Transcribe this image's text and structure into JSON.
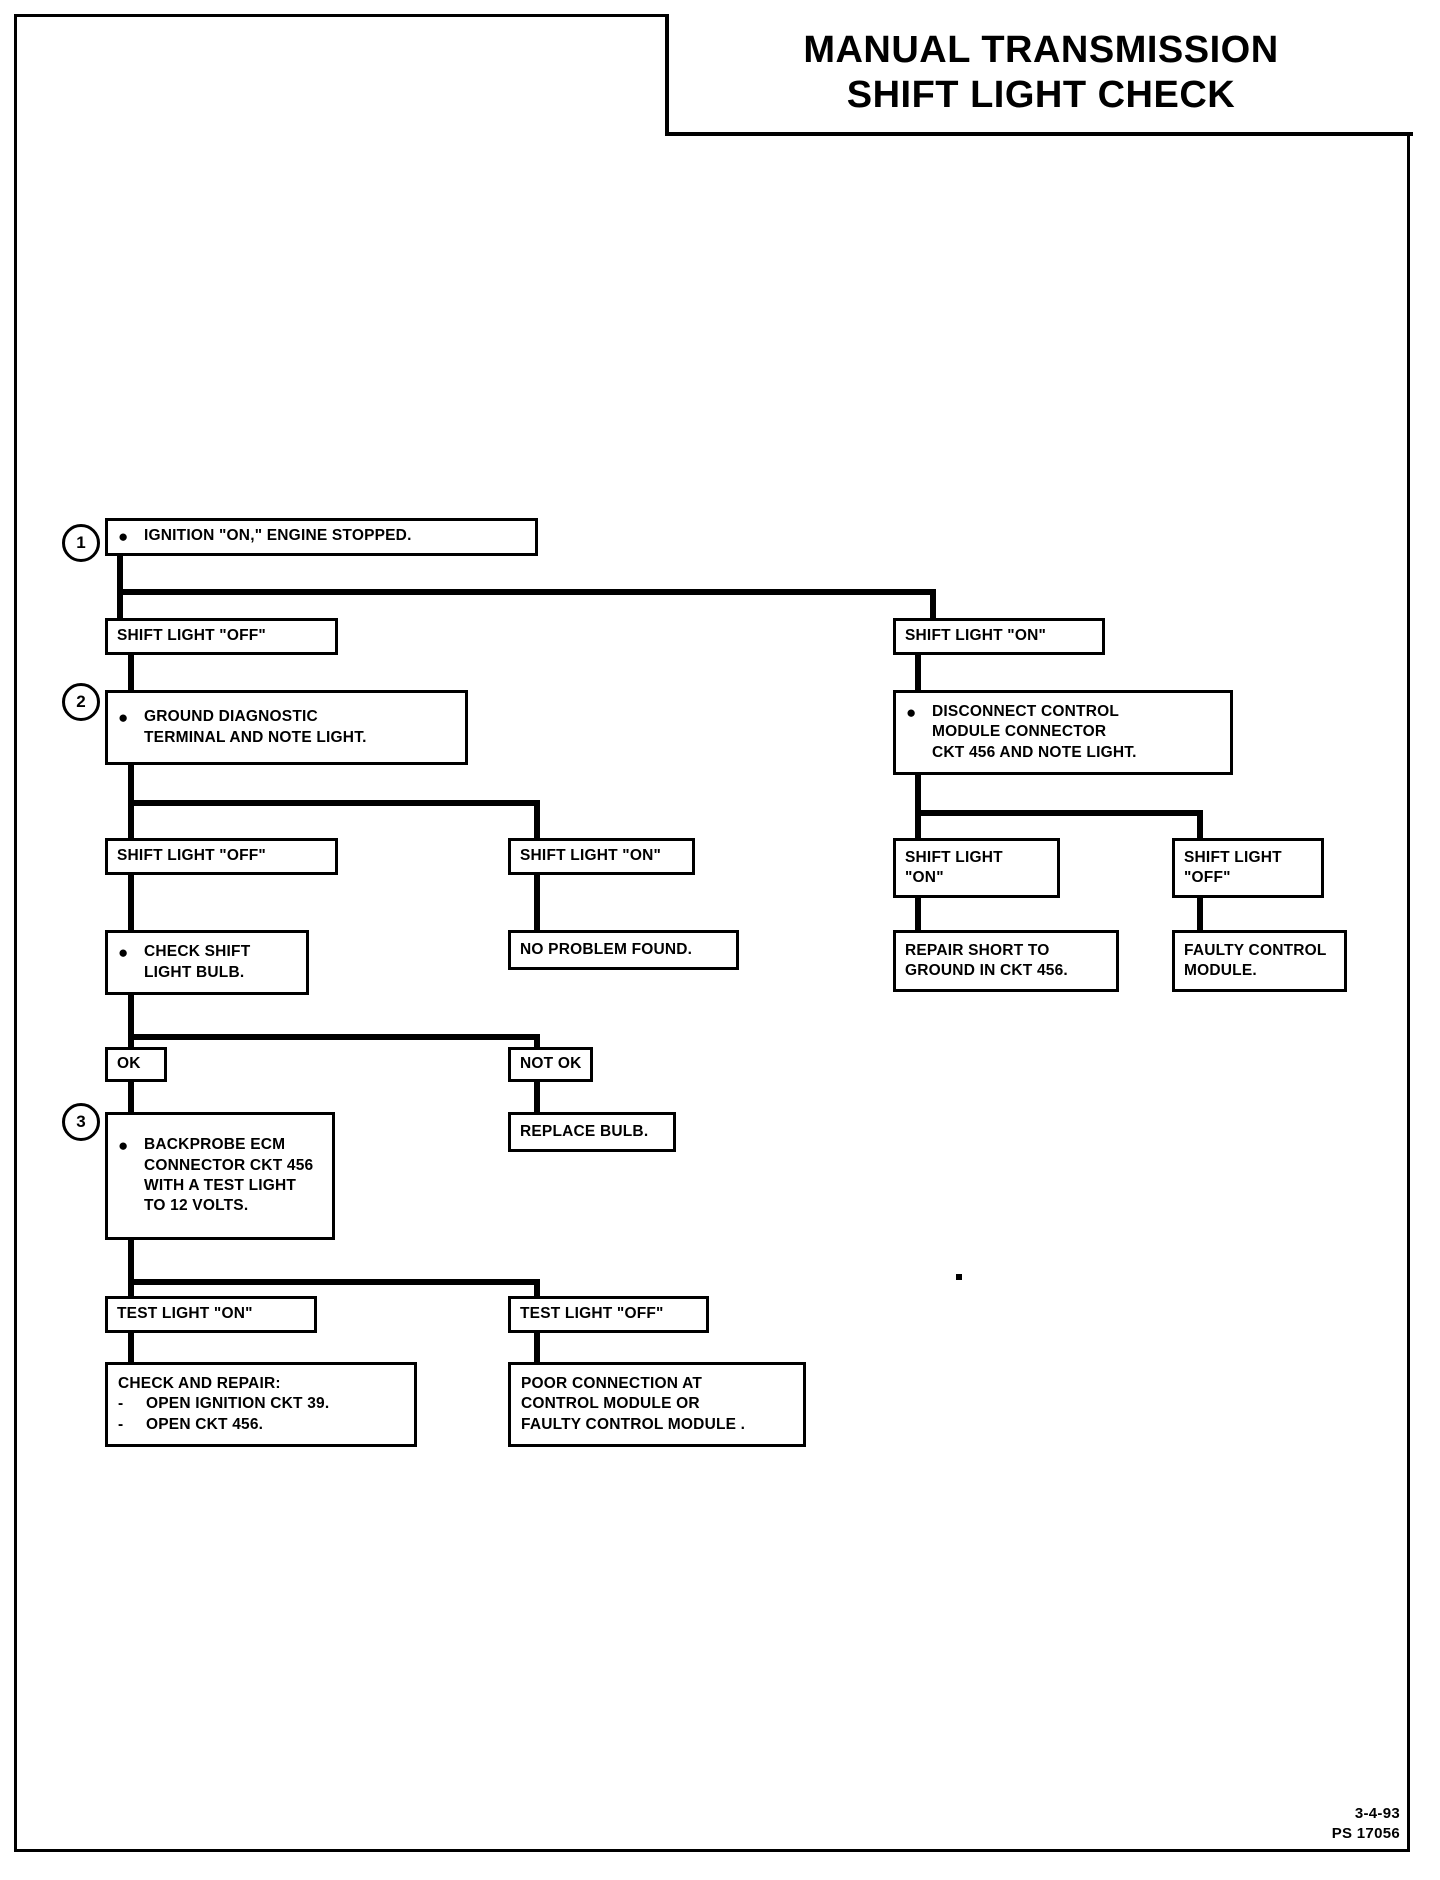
{
  "title": {
    "line1": "MANUAL TRANSMISSION",
    "line2": "SHIFT LIGHT CHECK"
  },
  "steps": {
    "one": "1",
    "two": "2",
    "three": "3"
  },
  "nodes": {
    "step1": "IGNITION \"ON,\" ENGINE STOPPED.",
    "shift_off_1": "SHIFT LIGHT \"OFF\"",
    "shift_on_1": "SHIFT LIGHT \"ON\"",
    "step2_l1": "GROUND DIAGNOSTIC",
    "step2_l2": "TERMINAL AND NOTE LIGHT.",
    "disconnect_l1": "DISCONNECT CONTROL",
    "disconnect_l2": "MODULE CONNECTOR",
    "disconnect_l3": "CKT 456 AND NOTE LIGHT.",
    "shift_off_2": "SHIFT LIGHT \"OFF\"",
    "shift_on_2": "SHIFT LIGHT \"ON\"",
    "shift_on_3_l1": "SHIFT LIGHT",
    "shift_on_3_l2": "\"ON\"",
    "shift_off_3_l1": "SHIFT LIGHT",
    "shift_off_3_l2": "\"OFF\"",
    "check_bulb_l1": "CHECK SHIFT",
    "check_bulb_l2": "LIGHT BULB.",
    "no_problem": "NO PROBLEM FOUND.",
    "repair_short_l1": "REPAIR SHORT TO",
    "repair_short_l2": "GROUND IN CKT 456.",
    "faulty_module_l1": "FAULTY CONTROL",
    "faulty_module_l2": "MODULE.",
    "ok": "OK",
    "not_ok": "NOT OK",
    "step3_l1": "BACKPROBE ECM",
    "step3_l2": "CONNECTOR CKT 456",
    "step3_l3": "WITH A TEST LIGHT",
    "step3_l4": "TO 12 VOLTS.",
    "replace_bulb": "REPLACE BULB.",
    "test_light_on": "TEST LIGHT \"ON\"",
    "test_light_off": "TEST LIGHT \"OFF\"",
    "check_repair_head": "CHECK AND REPAIR:",
    "check_repair_i1": "OPEN IGNITION CKT 39.",
    "check_repair_i2": "OPEN CKT 456.",
    "poor_conn_l1": "POOR CONNECTION AT",
    "poor_conn_l2": "CONTROL MODULE OR",
    "poor_conn_l3": "FAULTY CONTROL MODULE ."
  },
  "markers": {
    "bullet": "●",
    "dash": "-"
  },
  "footer": {
    "date": "3-4-93",
    "code": "PS 17056"
  },
  "colors": {
    "ink": "#000000",
    "paper": "#ffffff"
  }
}
